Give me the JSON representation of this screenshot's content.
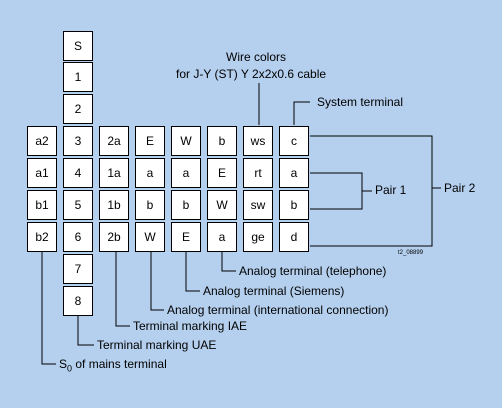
{
  "diagram": {
    "s0_column": [
      "S",
      "1",
      "2",
      "3",
      "4",
      "5",
      "6",
      "7",
      "8"
    ],
    "columns": [
      [
        "a2",
        "a1",
        "b1",
        "b2"
      ],
      [
        "2a",
        "1a",
        "1b",
        "2b"
      ],
      [
        "E",
        "a",
        "b",
        "W"
      ],
      [
        "W",
        "a",
        "b",
        "E"
      ],
      [
        "b",
        "E",
        "W",
        "a"
      ],
      [
        "ws",
        "rt",
        "sw",
        "ge"
      ],
      [
        "c",
        "a",
        "b",
        "d"
      ]
    ],
    "labels": {
      "wire_colors_line1": "Wire colors",
      "wire_colors_line2": "for J-Y (ST) Y 2x2x0.6 cable",
      "system_terminal": "System terminal",
      "pair1": "Pair 1",
      "pair2": "Pair 2",
      "figure_id": "t2_08899",
      "analog_telephone": "Analog terminal (telephone)",
      "analog_siemens": "Analog terminal (Siemens)",
      "analog_international": "Analog terminal (international connection)",
      "marking_iae": "Terminal marking IAE",
      "marking_uae": "Terminal marking UAE",
      "s0_prefix": "S",
      "s0_subscript": "0",
      "s0_suffix": " of mains terminal"
    }
  }
}
